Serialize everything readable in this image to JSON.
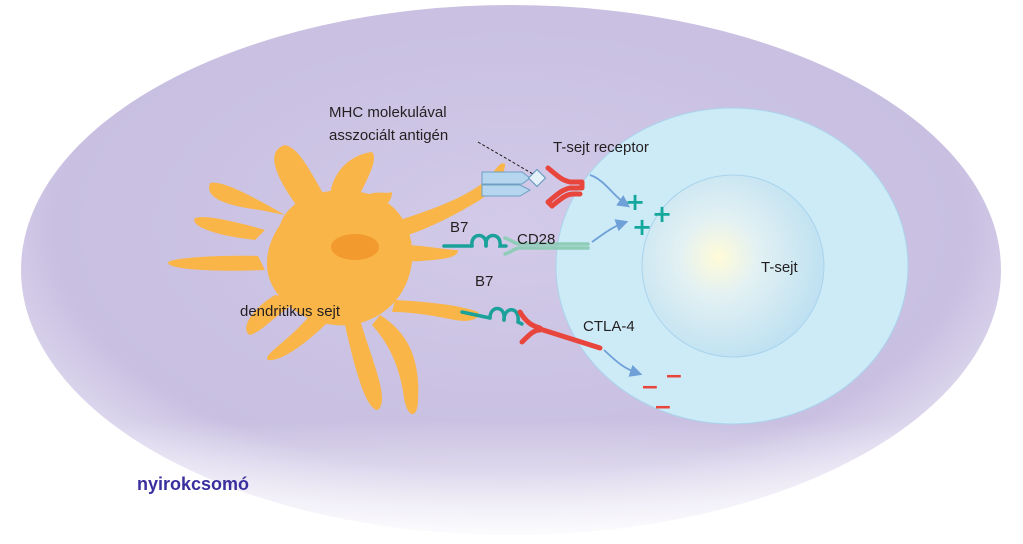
{
  "labels": {
    "lymph_node": "nyirokcsomó",
    "dendritic_cell": "dendritikus sejt",
    "t_cell": "T-sejt",
    "mhc_line1": "MHC molekulával",
    "mhc_line2": "asszociált antigén",
    "tcr": "T-sejt receptor",
    "b7_top": "B7",
    "cd28": "CD28",
    "b7_bottom": "B7",
    "ctla4": "CTLA-4"
  },
  "signals": {
    "positive": [
      "+",
      "+",
      "+"
    ],
    "negative": [
      "−",
      "−",
      "−"
    ]
  },
  "colors": {
    "lymph_node_fill": "#cbc3e3",
    "lymph_node_edge": "#e9e5f4",
    "lymph_node_text": "#3a2f9e",
    "dendritic_cell": "#f9b548",
    "dendritic_nucleus": "#f29a2e",
    "t_cell_outer": "#cdeaf7",
    "t_cell_inner": "#bde0f2",
    "t_cell_center": "#fffbd8",
    "receptor_red": "#e8453c",
    "b7_teal": "#1aa19a",
    "cd28_mint": "#b8e2d6",
    "mhc_blue": "#b5d6ee",
    "arrow_blue": "#6fa0d8",
    "plus_teal": "#14a79c",
    "minus_red": "#e8453c"
  }
}
